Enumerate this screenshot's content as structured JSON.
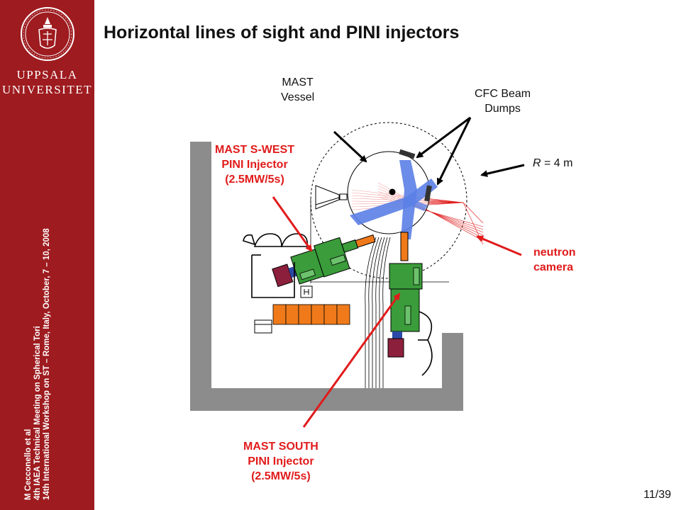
{
  "sidebar": {
    "university_line1": "UPPSALA",
    "university_line2": "UNIVERSITET",
    "vertical_lines": [
      "M Cecconello et al",
      "4th  IAEA Technical Meeting on Spherical Tori",
      "14th  International Workshop on ST – Rome, Italy, October, 7 – 10, 2008"
    ]
  },
  "slide": {
    "title": "Horizontal lines of sight and PINI injectors",
    "page_current": "11",
    "page_total": "39"
  },
  "labels": {
    "mast_vessel": [
      "MAST",
      "Vessel"
    ],
    "cfc_beam_dumps": [
      "CFC Beam",
      "Dumps"
    ],
    "radius_var": "R",
    "radius_value": " = 4 m",
    "neutron_camera": [
      "neutron",
      "camera"
    ],
    "swest_injector": [
      "MAST S-WEST",
      "PINI Injector",
      "(2.5MW/5s)"
    ],
    "south_injector": [
      "MAST SOUTH",
      "PINI Injector",
      "(2.5MW/5s)"
    ]
  },
  "colors": {
    "sidebar": "#9e1b1f",
    "accent_red": "#e11b1b",
    "injector_green": "#3a9c3a",
    "beam_blue": "#5b7fe6",
    "wall_gray": "#8c8c8c",
    "port_orange": "#f07a1a",
    "box_maroon": "#8c1f3c"
  }
}
